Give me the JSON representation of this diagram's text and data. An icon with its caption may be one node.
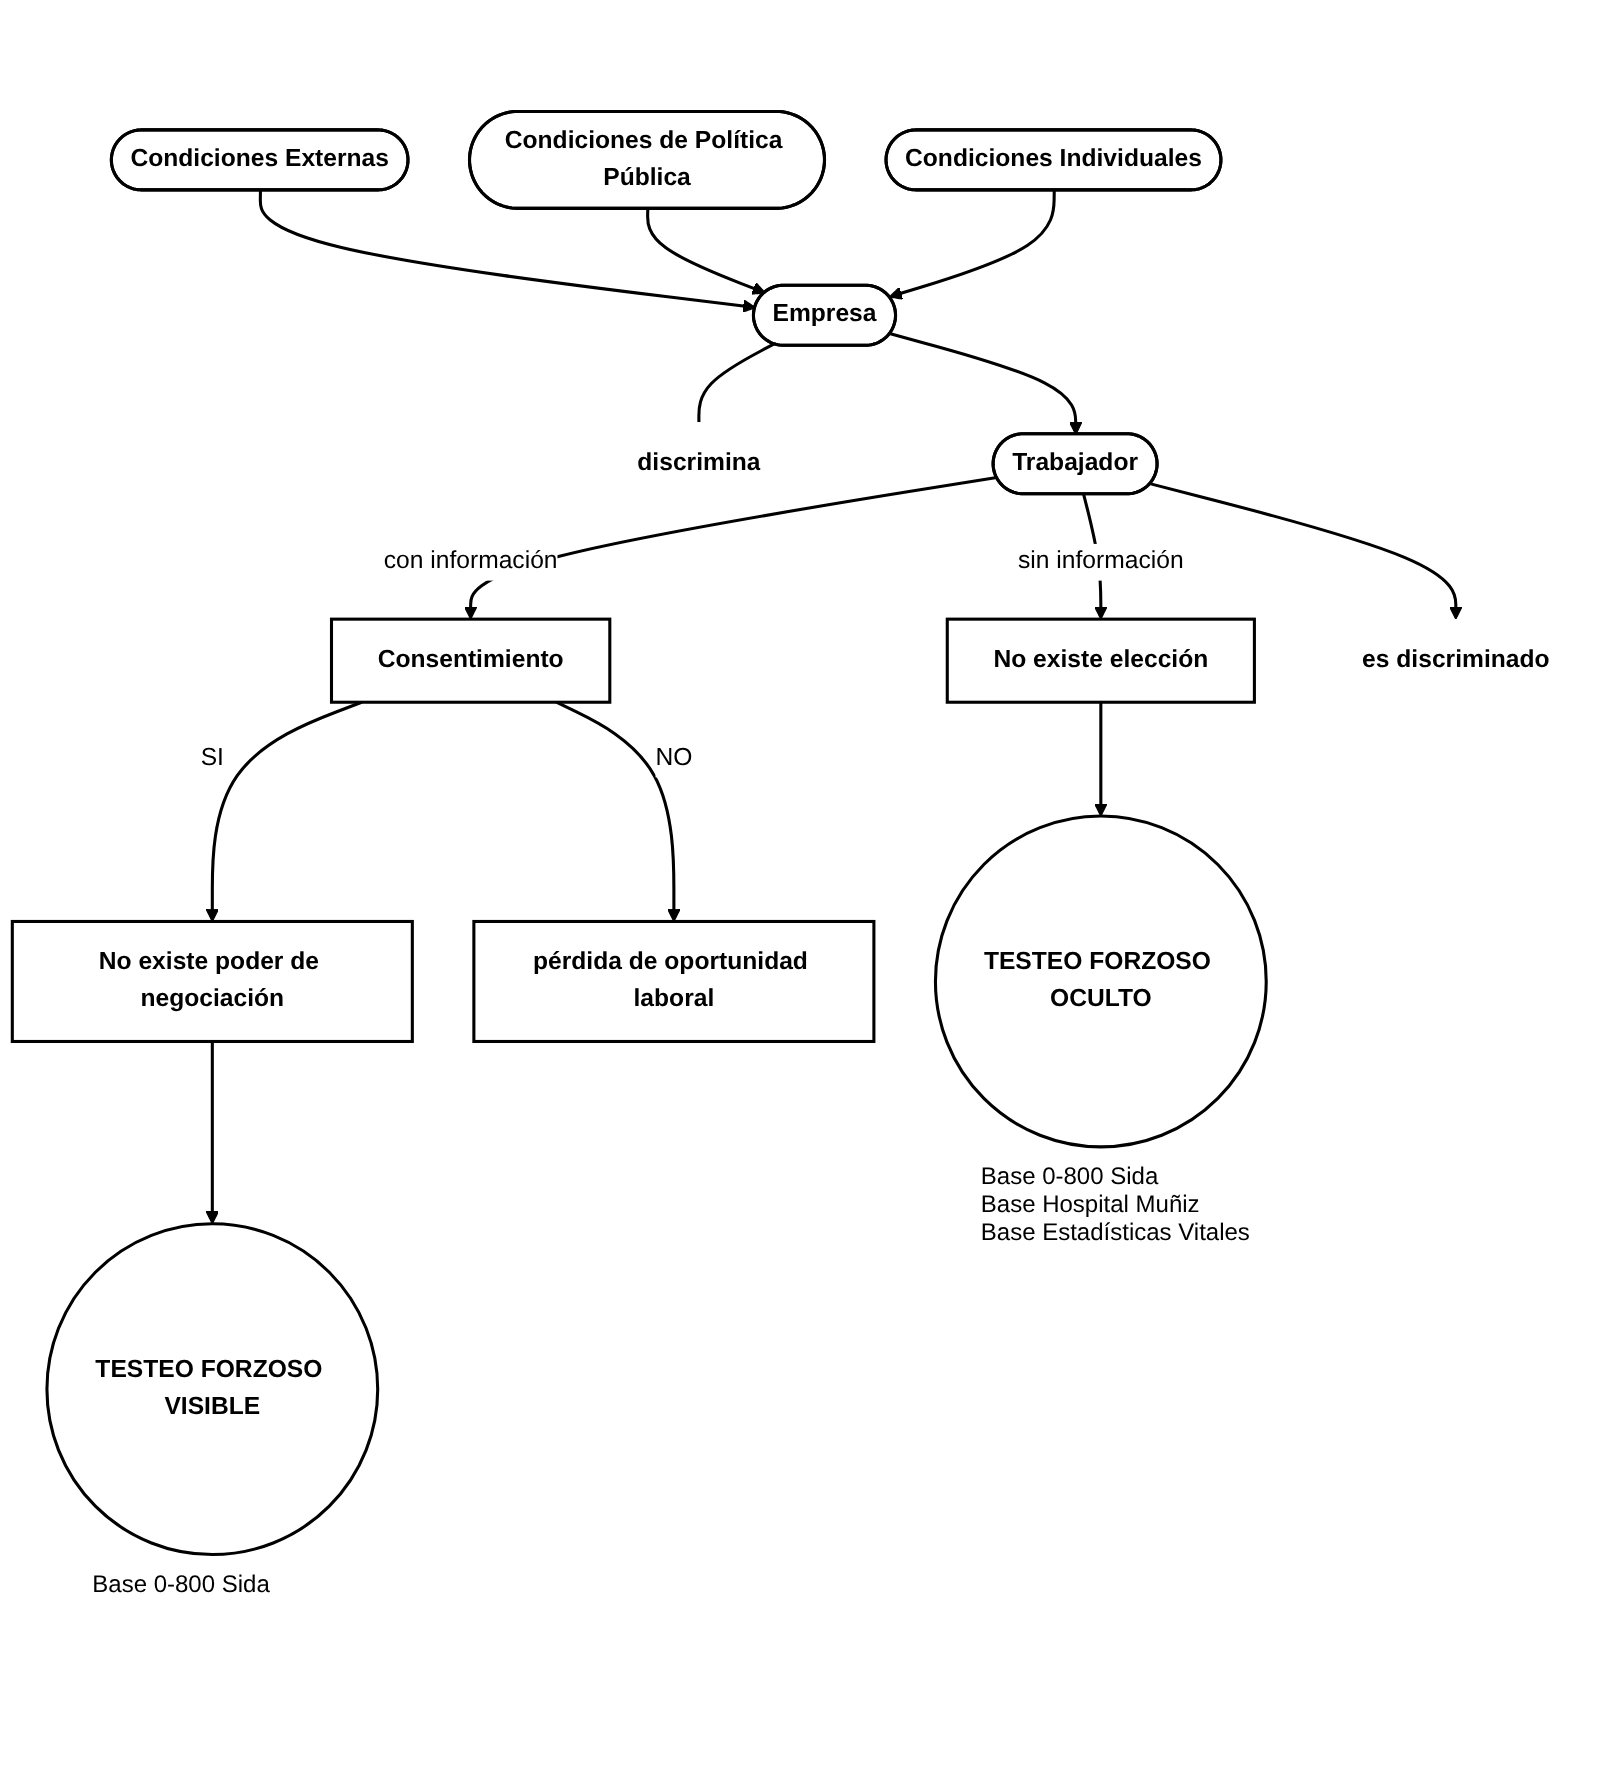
{
  "diagram": {
    "nodes": [
      {
        "text": [
          "Condiciones Externas"
        ]
      },
      {
        "text": [
          "Condiciones de Política Pública"
        ]
      },
      {
        "text": [
          "Condiciones Individuales"
        ]
      },
      {
        "text": [
          "Empresa"
        ]
      },
      {
        "text": [
          "discrimina"
        ]
      },
      {
        "text": [
          "Trabajador"
        ]
      },
      {
        "text": [
          "es discriminado"
        ]
      },
      {
        "text": [
          "No existe elección"
        ]
      },
      {
        "text": [
          "Consentimiento"
        ]
      },
      {
        "text": [
          "No existe poder de negociación"
        ]
      },
      {
        "text": [
          "pérdida de oportunidad laboral"
        ]
      },
      {
        "text": [
          "TESTEO FORZOSO OCULTO"
        ],
        "beside": [
          "Base 0-800 Sida",
          "Base Hospital Muñiz",
          "Base Estadísticas Vitales"
        ]
      },
      {
        "text": [
          "TESTEO FORZOSO VISIBLE"
        ],
        "beside": [
          "Base 0-800 Sida"
        ]
      }
    ],
    "edges": [
      {
        "from": 0,
        "to": 3,
        "arrow": "to"
      },
      {
        "from": 1,
        "to": 3,
        "arrow": "to"
      },
      {
        "from": 2,
        "to": 3,
        "arrow": "to"
      },
      {
        "from": 3,
        "to": 4,
        "arrow": "none"
      },
      {
        "from": 3,
        "to": 5,
        "arrow": "to"
      },
      {
        "from": 5,
        "to": 6,
        "arrow": "to"
      },
      {
        "from": 5,
        "to": 7,
        "arrow": "to",
        "label": "sin información"
      },
      {
        "from": 5,
        "to": 8,
        "arrow": "to",
        "label": "con información"
      },
      {
        "from": 8,
        "to": 9,
        "arrow": "to",
        "label": "SI"
      },
      {
        "from": 8,
        "to": 10,
        "arrow": "to",
        "label": "NO"
      },
      {
        "from": 7,
        "to": 11,
        "arrow": "to"
      },
      {
        "from": 9,
        "to": 12,
        "arrow": "to"
      }
    ]
  }
}
